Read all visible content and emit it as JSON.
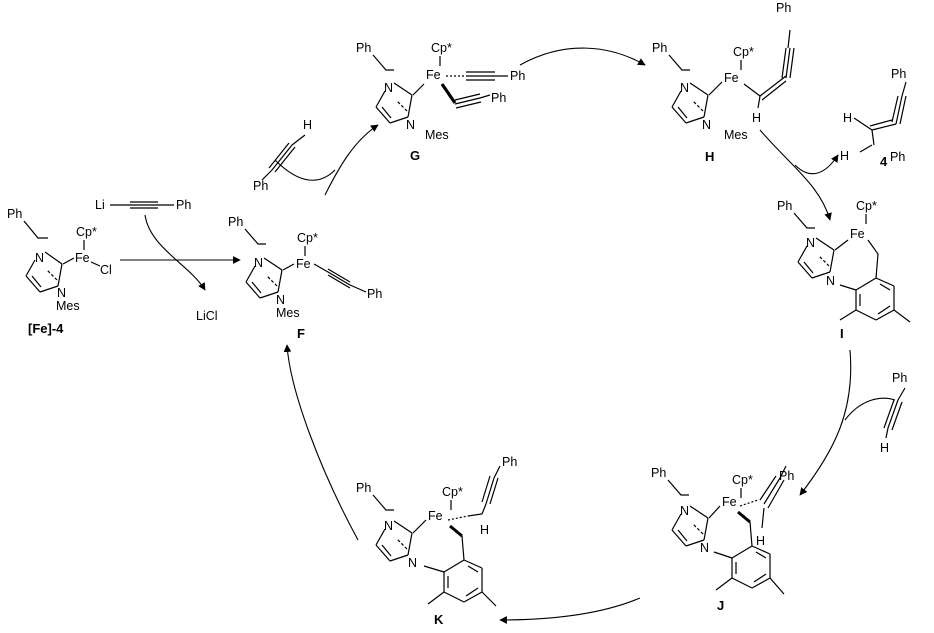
{
  "atoms": {
    "ph": "Ph",
    "cp": "Cp*",
    "fe": "Fe",
    "n": "N",
    "mes": "Mes",
    "cl": "Cl",
    "li": "Li",
    "licl": "LiCl",
    "h": "H"
  },
  "labels": {
    "fe4": "[Fe]-4",
    "F": "F",
    "G": "G",
    "H": "H",
    "I": "I",
    "J": "J",
    "K": "K",
    "p4": "4"
  },
  "colors": {
    "ink": "#000000",
    "background": "#ffffff"
  }
}
